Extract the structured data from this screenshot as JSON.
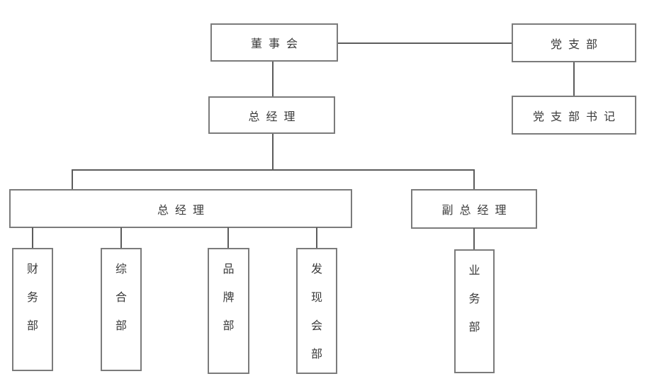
{
  "diagram": {
    "type": "org-chart",
    "nodes": {
      "board": {
        "label": "董事会"
      },
      "party_branch": {
        "label": "党支部"
      },
      "general_manager": {
        "label": "总经理"
      },
      "party_branch_secretary": {
        "label": "党支部书记"
      },
      "general_manager_wide": {
        "label": "总经理"
      },
      "deputy_general_manager": {
        "label": "副总经理"
      },
      "finance_dept": {
        "label": "财务部"
      },
      "comprehensive_dept": {
        "label": "综合部"
      },
      "brand_dept": {
        "label": "品牌部"
      },
      "discovery_club_dept": {
        "label": "发现会部"
      },
      "business_dept": {
        "label": "业务部"
      }
    },
    "edges": [
      "董事会 — 党支部",
      "董事会 — 总经理",
      "党支部 — 党支部书记",
      "总经理 — 总经理(部门线)",
      "总经理 — 副总经理",
      "总经理(部门线) — 财务部",
      "总经理(部门线) — 综合部",
      "总经理(部门线) — 品牌部",
      "总经理(部门线) — 发现会部",
      "副总经理 — 业务部"
    ],
    "colors": {
      "box_border": "#7b7b7b",
      "connector": "#5c5c5c",
      "text": "#3a3a3a",
      "background": "#ffffff"
    }
  }
}
